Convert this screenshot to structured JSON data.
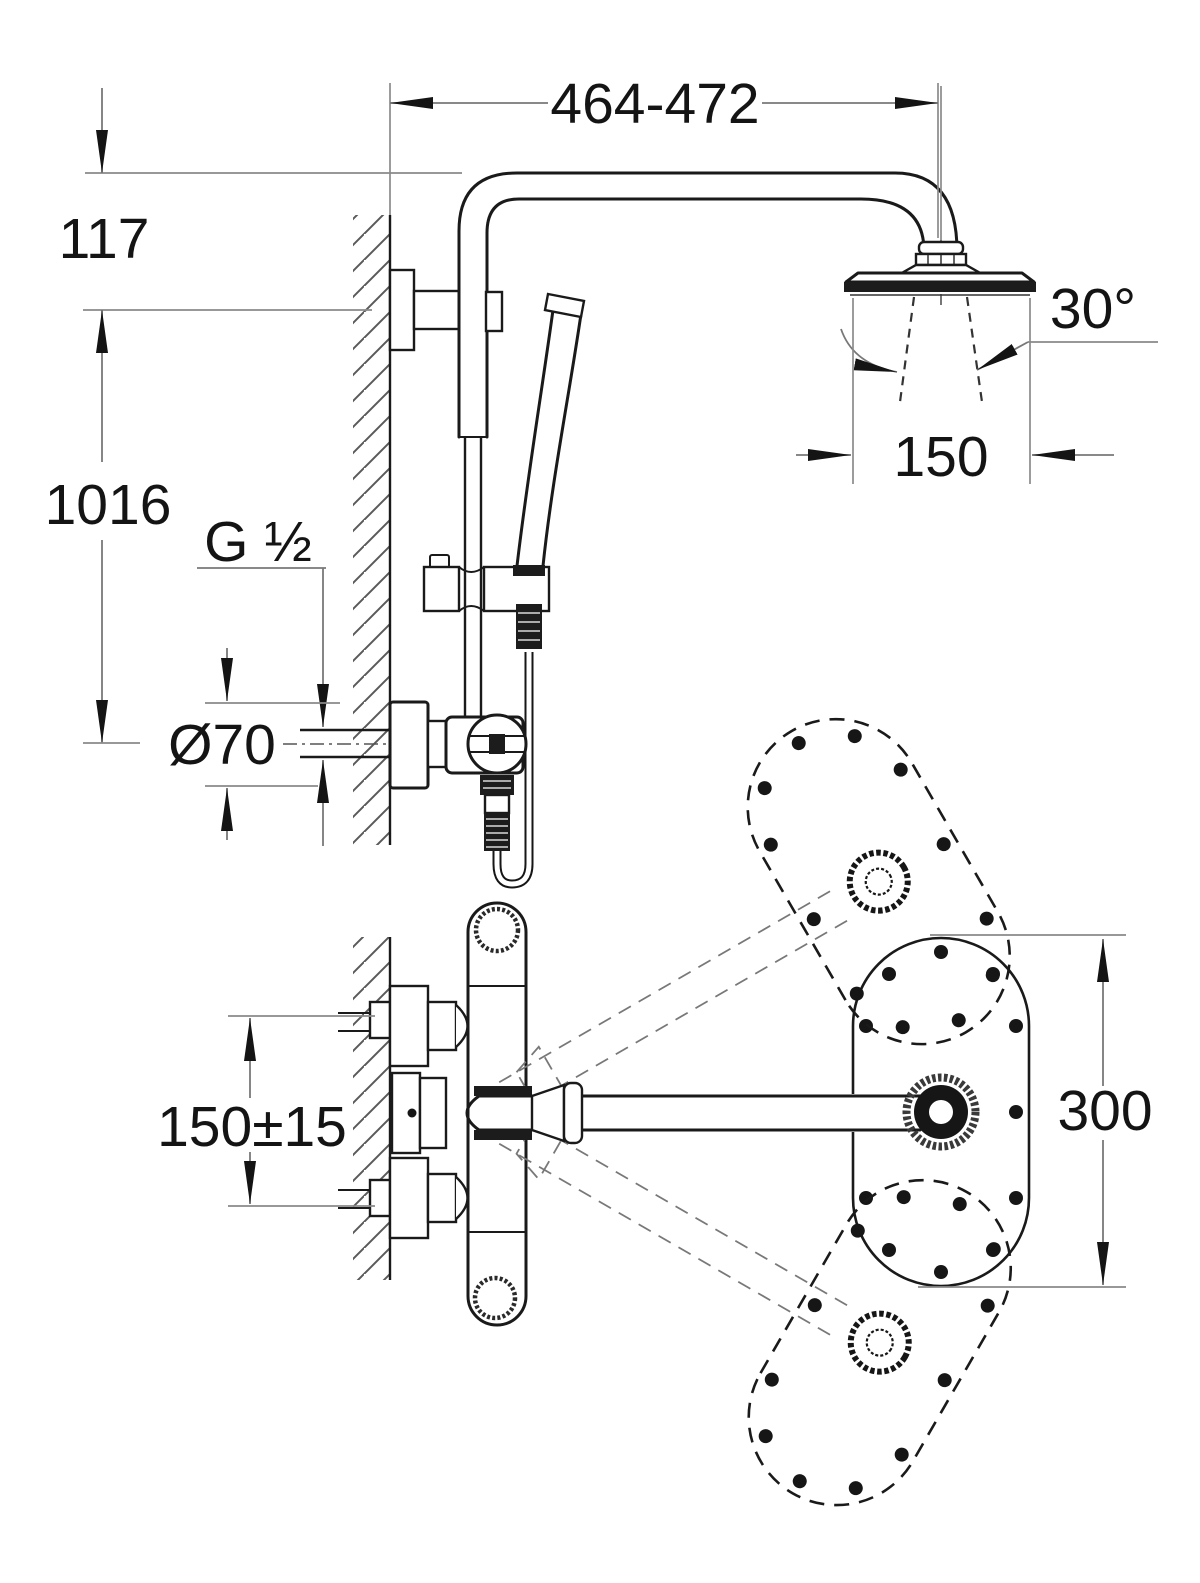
{
  "drawing": {
    "title": "shower-system-installation-dimensions",
    "labels": {
      "arm_reach": "464-472",
      "head_offset": "117",
      "column_height": "1016",
      "thread_size": "G ½",
      "escutcheon_diameter": "Ø70",
      "spray_angle": "30°",
      "head_diameter": "150",
      "supply_spacing": "150±15",
      "swivel_diameter": "300"
    },
    "colors": {
      "line": "#1a1a1a",
      "dimension": "#787878",
      "background": "#ffffff"
    }
  }
}
